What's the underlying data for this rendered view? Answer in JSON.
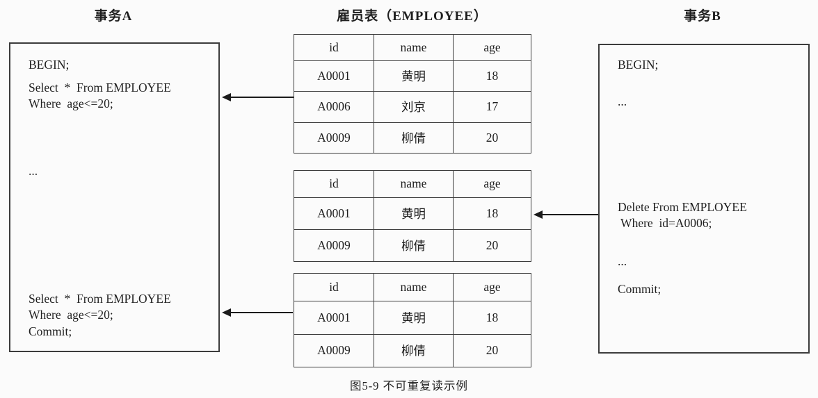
{
  "figure": {
    "caption": "图5-9 不可重复读示例"
  },
  "colors": {
    "ink": "#1f1f1f",
    "border": "#3c3c3c",
    "arrow": "#1b1b1b",
    "background": "#fbfbfb"
  },
  "transaction_a": {
    "title": "事务A",
    "lines": [
      "BEGIN;",
      "Select  *  From EMPLOYEE",
      "Where  age<=20;",
      "...",
      "Select  *  From EMPLOYEE",
      "Where  age<=20;",
      "Commit;"
    ]
  },
  "employee_table": {
    "title": "雇员表（EMPLOYEE）",
    "headers": [
      "id",
      "name",
      "age"
    ],
    "snapshots": [
      {
        "rows": [
          [
            "A0001",
            "黄明",
            "18"
          ],
          [
            "A0006",
            "刘京",
            "17"
          ],
          [
            "A0009",
            "柳倩",
            "20"
          ]
        ]
      },
      {
        "rows": [
          [
            "A0001",
            "黄明",
            "18"
          ],
          [
            "A0009",
            "柳倩",
            "20"
          ]
        ]
      },
      {
        "rows": [
          [
            "A0001",
            "黄明",
            "18"
          ],
          [
            "A0009",
            "柳倩",
            "20"
          ]
        ]
      }
    ]
  },
  "transaction_b": {
    "title": "事务B",
    "lines": [
      "BEGIN;",
      "...",
      "Delete From EMPLOYEE",
      " Where  id=A0006;",
      "...",
      "Commit;"
    ]
  }
}
